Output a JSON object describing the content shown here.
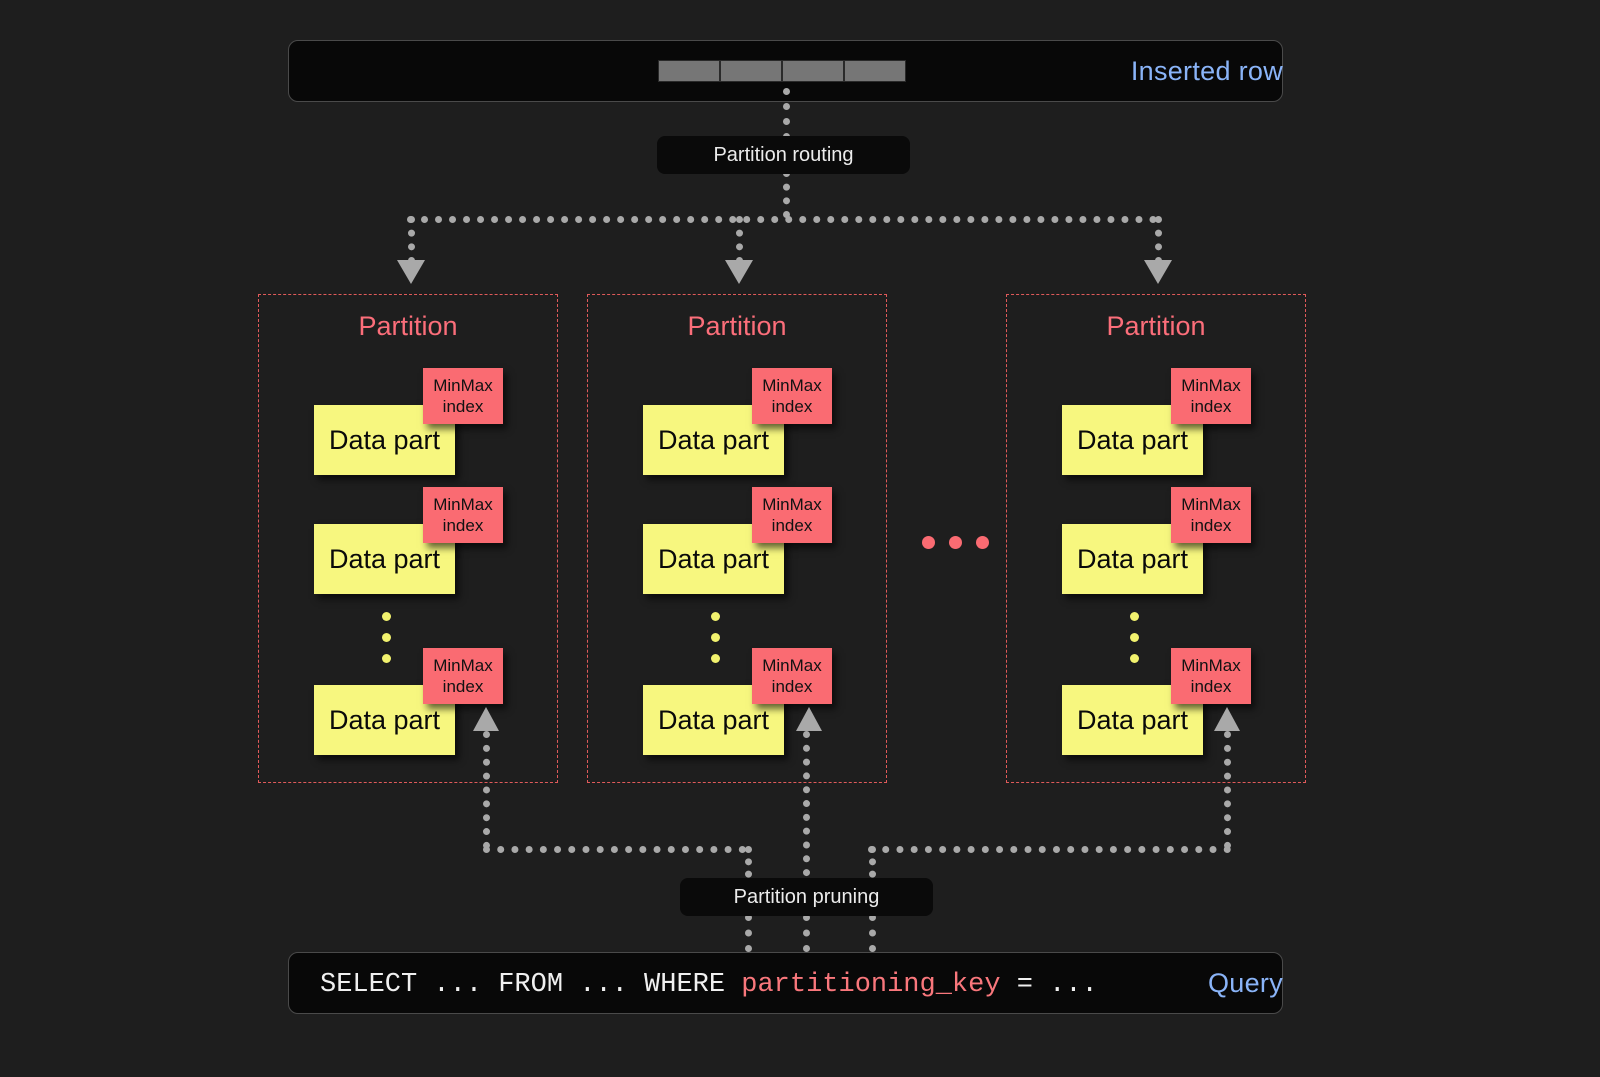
{
  "theme": {
    "background": "#1e1e1e",
    "accent_blue": "#8ab4f8",
    "accent_red": "#fa6b72",
    "partition_border": "#e05a5a",
    "datapart_yellow": "#f7f77f",
    "connector_gray": "#a9a9a9"
  },
  "top": {
    "label": "Inserted row",
    "cells": [
      "",
      "",
      "",
      ""
    ]
  },
  "routing": {
    "label": "Partition routing"
  },
  "pruning": {
    "label": "Partition pruning"
  },
  "partitions": [
    {
      "title": "Partition",
      "parts": [
        {
          "part_label": "Data part",
          "index_label": "MinMax\nindex"
        },
        {
          "part_label": "Data part",
          "index_label": "MinMax\nindex"
        },
        {
          "part_label": "Data part",
          "index_label": "MinMax\nindex"
        }
      ],
      "vertical_ellipsis": "•••"
    },
    {
      "title": "Partition",
      "parts": [
        {
          "part_label": "Data part",
          "index_label": "MinMax\nindex"
        },
        {
          "part_label": "Data part",
          "index_label": "MinMax\nindex"
        },
        {
          "part_label": "Data part",
          "index_label": "MinMax\nindex"
        }
      ],
      "vertical_ellipsis": "•••"
    },
    {
      "title": "Partition",
      "parts": [
        {
          "part_label": "Data part",
          "index_label": "MinMax\nindex"
        },
        {
          "part_label": "Data part",
          "index_label": "MinMax\nindex"
        },
        {
          "part_label": "Data part",
          "index_label": "MinMax\nindex"
        }
      ],
      "vertical_ellipsis": "•••"
    }
  ],
  "partition_ellipsis": "•••",
  "query": {
    "label": "Query",
    "sql_prefix": "SELECT ... FROM ... WHERE ",
    "sql_key": "partitioning_key",
    "sql_suffix": " = ..."
  },
  "labels": {
    "minmax_line1": "MinMax",
    "minmax_line2": "index",
    "data_part": "Data part"
  }
}
